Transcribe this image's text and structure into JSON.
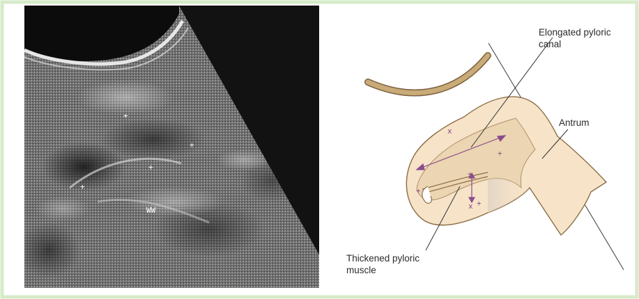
{
  "labels": {
    "elongated_line1": "Elongated pyloric",
    "elongated_line2": "canal",
    "antrum": "Antrum",
    "thickened_line1": "Thickened pyloric",
    "thickened_line2": "muscle"
  },
  "colors": {
    "background": "#ffffff",
    "border": "#cfe6c2",
    "ultrasound_dark": "#1a1a1a",
    "ultrasound_tissue": "#7a7a7a",
    "stomach_wall": "#c9ab78",
    "stomach_fill": "#f7e4c9",
    "stomach_outline": "#8a6d45",
    "measure_marks": "#8a4c8a",
    "leader_lines": "#333333"
  }
}
